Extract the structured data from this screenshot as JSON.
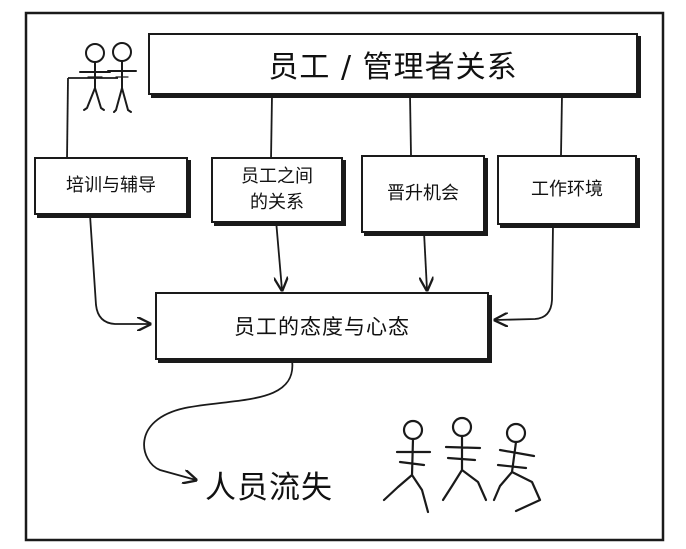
{
  "diagram": {
    "title": "员工 / 管理者关系",
    "factors": [
      {
        "id": "training",
        "label": "培训与辅导"
      },
      {
        "id": "relations",
        "label_line1": "员工之间",
        "label_line2": "的关系"
      },
      {
        "id": "promotion",
        "label": "晋升机会"
      },
      {
        "id": "environment",
        "label": "工作环境"
      }
    ],
    "center": "员工的态度与心态",
    "outcome": "人员流失",
    "icons": [
      "standing-people-icon",
      "running-people-icon"
    ],
    "colors": {
      "ink": "#1a1a1a",
      "background": "#ffffff"
    }
  }
}
